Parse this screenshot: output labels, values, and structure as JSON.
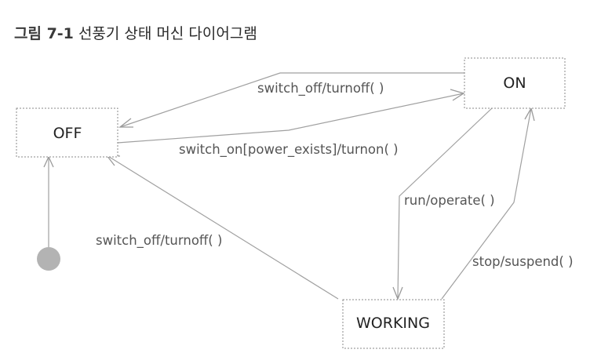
{
  "caption": {
    "figure_number": "그림 7-1",
    "title": "선풍기 상태 머신 다이어그램"
  },
  "states": {
    "off": "OFF",
    "on": "ON",
    "working": "WORKING"
  },
  "transitions": {
    "on_to_off": "switch_off/turnoff( )",
    "off_to_on": "switch_on[power_exists]/turnon( )",
    "on_to_working": "run/operate( )",
    "working_to_on": "stop/suspend( )",
    "working_to_off": "switch_off/turnoff( )"
  },
  "colors": {
    "box_border": "#8a8a8a",
    "line": "#a0a0a0",
    "label_text": "#555555",
    "initial_dot": "#b3b3b3"
  }
}
